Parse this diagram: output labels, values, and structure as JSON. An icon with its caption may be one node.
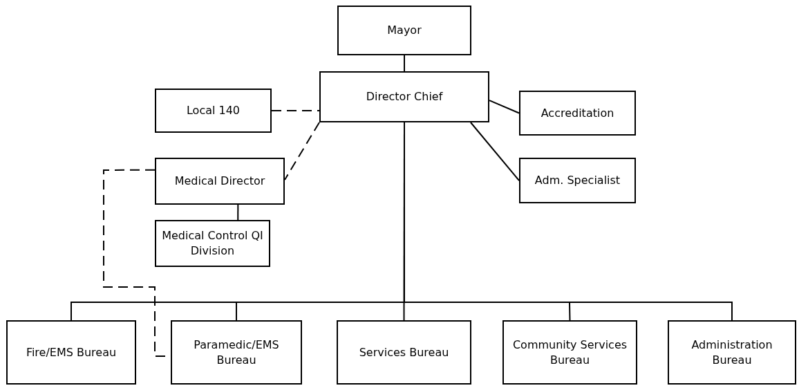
{
  "diagram": {
    "nodes": [
      {
        "text": [
          "Mayor"
        ]
      },
      {
        "text": [
          "Director Chief"
        ]
      },
      {
        "text": [
          "Local 140"
        ]
      },
      {
        "text": [
          "Accreditation"
        ]
      },
      {
        "text": [
          "Medical Director"
        ]
      },
      {
        "text": [
          "Adm. Specialist"
        ]
      },
      {
        "text": [
          "Medical Control QI Division"
        ]
      },
      {
        "text": [
          "Fire/EMS Bureau"
        ]
      },
      {
        "text": [
          "Paramedic/EMS Bureau"
        ]
      },
      {
        "text": [
          "Services Bureau"
        ]
      },
      {
        "text": [
          "Community Services Bureau"
        ]
      },
      {
        "text": [
          "Administration Bureau"
        ]
      }
    ],
    "edges": [
      {
        "from": 0,
        "to": 1,
        "arrow": "none"
      },
      {
        "from": 2,
        "to": 1,
        "arrow": "none",
        "style": "dashed"
      },
      {
        "from": 1,
        "to": 4,
        "arrow": "none",
        "style": "dashed"
      },
      {
        "from": 1,
        "to": 3,
        "arrow": "none"
      },
      {
        "from": 1,
        "to": 5,
        "arrow": "none"
      },
      {
        "from": 4,
        "to": 6,
        "arrow": "none"
      },
      {
        "from": 4,
        "to": 8,
        "arrow": "none",
        "style": "dashed"
      },
      {
        "from": 1,
        "to": 7,
        "arrow": "none"
      },
      {
        "from": 1,
        "to": 8,
        "arrow": "none"
      },
      {
        "from": 1,
        "to": 9,
        "arrow": "none"
      },
      {
        "from": 1,
        "to": 10,
        "arrow": "none"
      },
      {
        "from": 1,
        "to": 11,
        "arrow": "none"
      }
    ]
  }
}
